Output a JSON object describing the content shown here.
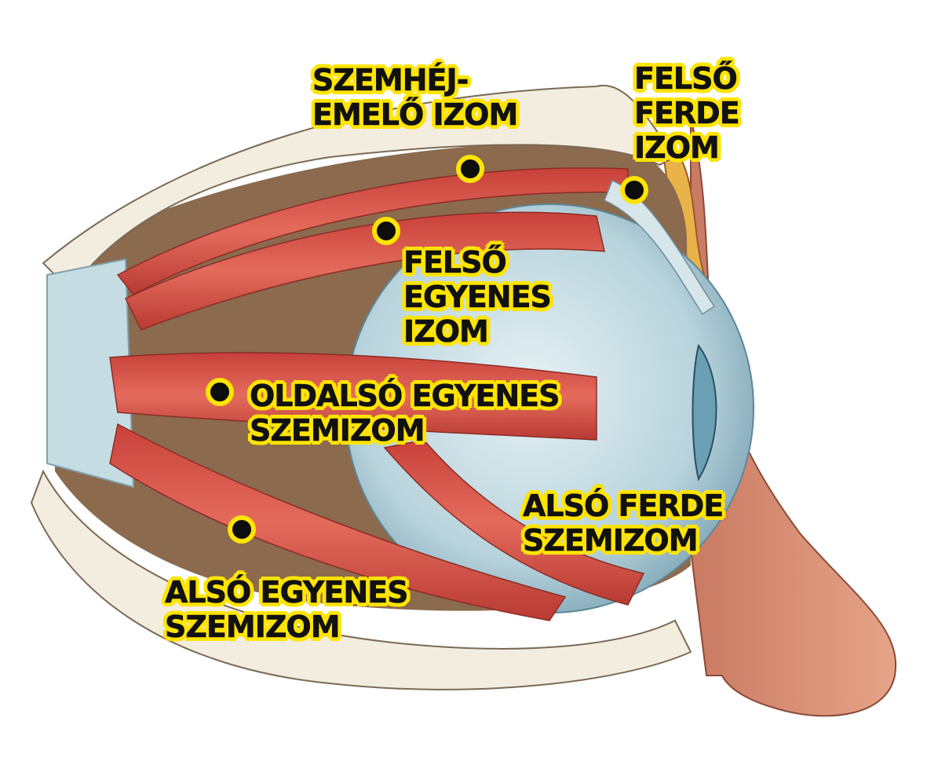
{
  "labels": {
    "levator": {
      "line1": "SZEMHÉJ-",
      "line2": "EMELŐ IZOM"
    },
    "superior_oblique": {
      "line1": "FELSŐ",
      "line2": "FERDE",
      "line3": "IZOM"
    },
    "superior_rectus": {
      "line1": "FELSŐ",
      "line2": "EGYENES",
      "line3": "IZOM"
    },
    "lateral_rectus": {
      "line1": "OLDALSÓ EGYENES",
      "line2": "SZEMIZOM"
    },
    "inferior_oblique": {
      "line1": "ALSÓ FERDE",
      "line2": "SZEMIZOM"
    },
    "inferior_rectus": {
      "line1": "ALSÓ EGYENES",
      "line2": "SZEMIZOM"
    }
  },
  "colors": {
    "label_highlight": "#ffe400",
    "marker": "#0d0d0d",
    "muscle": "#d9564a",
    "bone": "#f3ede0",
    "eyeball": "#b9d6e0",
    "skin": "#d9927a"
  }
}
